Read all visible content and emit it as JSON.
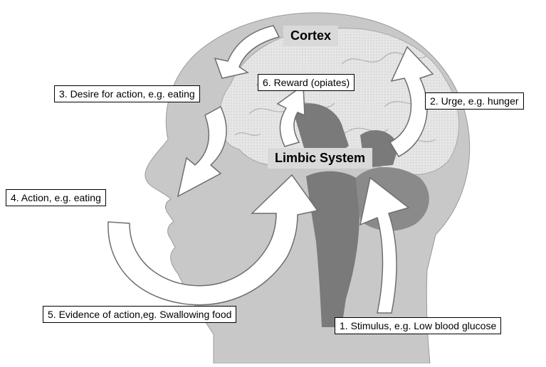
{
  "regions": {
    "cortex": "Cortex",
    "limbic": "Limbic System"
  },
  "steps": [
    {
      "id": "stimulus",
      "label": "1. Stimulus, e.g. Low blood glucose"
    },
    {
      "id": "urge",
      "label": "2. Urge, e.g. hunger"
    },
    {
      "id": "desire",
      "label": "3. Desire for action, e.g. eating"
    },
    {
      "id": "action",
      "label": "4. Action, e.g. eating"
    },
    {
      "id": "evidence",
      "label": "5. Evidence of action,eg. Swallowing food"
    },
    {
      "id": "reward",
      "label": "6. Reward (opiates)"
    }
  ],
  "colors": {
    "head": "#c8c8c8",
    "brain": "#e4e4e4",
    "brainstem": "#7a7a7a",
    "arrow_fill": "#ffffff",
    "outline": "#000000"
  }
}
